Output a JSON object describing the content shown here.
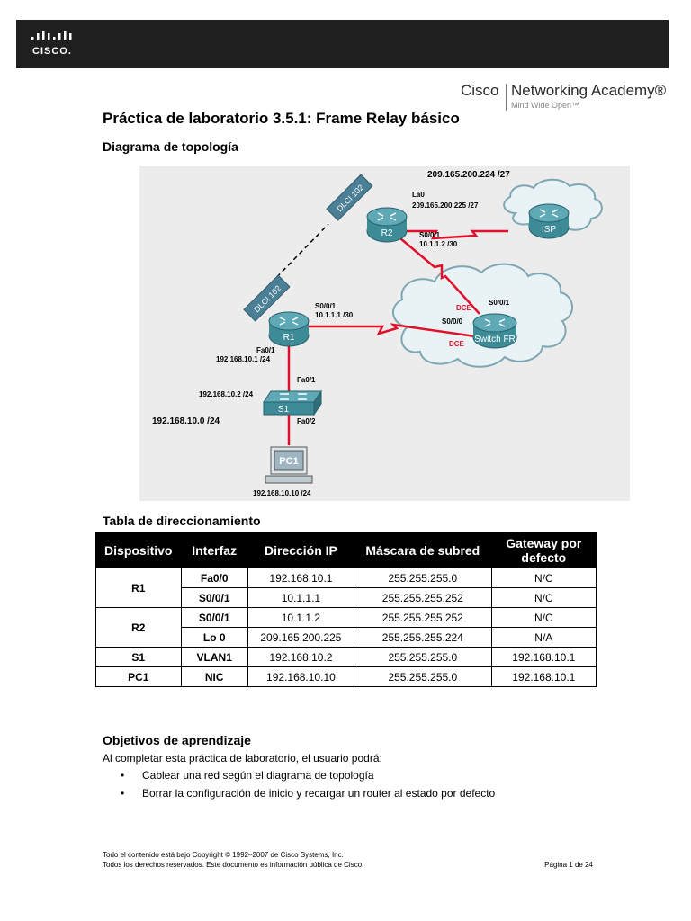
{
  "header": {
    "logo_word": "CISCO.",
    "brand_cisco": "Cisco",
    "brand_academy": "Networking Academy®",
    "tagline": "Mind Wide Open™"
  },
  "title": "Práctica de laboratorio 3.5.1: Frame Relay básico",
  "topology": {
    "heading": "Diagrama de topología",
    "top_network": "209.165.200.224 /27",
    "lan_network": "192.168.10.0 /24",
    "r2": {
      "name": "R2",
      "lo_label": "La0",
      "lo_ip": "209.165.200.225 /27",
      "serial": "S0/0/1",
      "serial_ip": "10.1.1.2 /30"
    },
    "r1": {
      "name": "R1",
      "serial": "S0/0/1",
      "serial_ip": "10.1.1.1 /30",
      "fa": "Fa0/1",
      "fa_ip": "192.168.10.1 /24"
    },
    "isp": "ISP",
    "switch_fr": {
      "name": "Switch FR",
      "s001": "S0/0/1",
      "s000": "S0/0/0",
      "dce_top": "DCE",
      "dce_bottom": "DCE"
    },
    "s1": {
      "name": "S1",
      "ip": "192.168.10.2 /24",
      "fa01": "Fa0/1",
      "fa02": "Fa0/2"
    },
    "pc1": {
      "name": "PC1",
      "ip": "192.168.10.10 /24"
    },
    "dlci_upper": "DLCI 102",
    "dlci_lower": "DLCI 102"
  },
  "addressing": {
    "heading": "Tabla de direccionamiento",
    "columns": [
      "Dispositivo",
      "Interfaz",
      "Dirección IP",
      "Máscara de subred",
      "Gateway por defecto"
    ],
    "rows": [
      {
        "device": "R1",
        "interface": "Fa0/0",
        "ip": "192.168.10.1",
        "mask": "255.255.255.0",
        "gateway": "N/C"
      },
      {
        "device": "",
        "interface": "S0/0/1",
        "ip": "10.1.1.1",
        "mask": "255.255.255.252",
        "gateway": "N/C"
      },
      {
        "device": "R2",
        "interface": "S0/0/1",
        "ip": "10.1.1.2",
        "mask": "255.255.255.252",
        "gateway": "N/C"
      },
      {
        "device": "",
        "interface": "Lo 0",
        "ip": "209.165.200.225",
        "mask": "255.255.255.224",
        "gateway": "N/A"
      },
      {
        "device": "S1",
        "interface": "VLAN1",
        "ip": "192.168.10.2",
        "mask": "255.255.255.0",
        "gateway": "192.168.10.1"
      },
      {
        "device": "PC1",
        "interface": "NIC",
        "ip": "192.168.10.10",
        "mask": "255.255.255.0",
        "gateway": "192.168.10.1"
      }
    ]
  },
  "objectives": {
    "heading": "Objetivos de aprendizaje",
    "intro": "Al completar esta práctica de laboratorio, el usuario podrá:",
    "items": [
      "Cablear una red según el diagrama de topología",
      "Borrar la configuración de inicio y recargar un router al estado por defecto"
    ]
  },
  "footer": {
    "line1": "Todo el contenido está bajo Copyright © 1992–2007 de Cisco Systems, Inc.",
    "line2": "Todos los derechos reservados. Este documento es información pública de Cisco.",
    "page": "Página 1 de 24"
  },
  "colors": {
    "header_bar": "#1f1f1f",
    "serial_link": "#e0102a",
    "router_teal": "#3e8b98",
    "cloud_fill": "#e9f2f4",
    "cloud_stroke": "#7fa7b3",
    "dce_red": "#e0102a"
  },
  "icons": [
    "cisco-logo-icon",
    "router-icon",
    "switch-icon",
    "pc-icon",
    "cloud-icon",
    "frame-relay-switch-icon"
  ]
}
